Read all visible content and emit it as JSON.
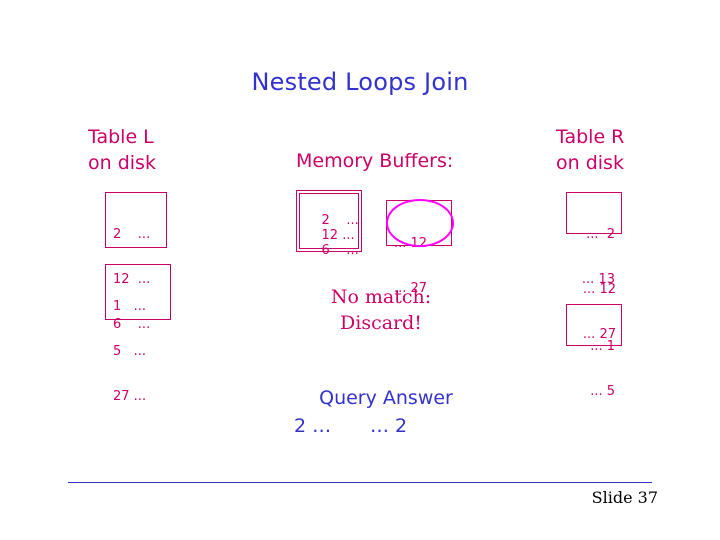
{
  "slide": {
    "title": "Nested Loops Join",
    "slide_number": "Slide 37",
    "accent_color": "#cc0066",
    "title_color": "#3333cc",
    "highlight_color": "#ff00ff"
  },
  "table_l": {
    "heading_line1": "Table L",
    "heading_line2": "on disk",
    "block1": [
      "2    ...",
      "12  ...",
      "6    ..."
    ],
    "block2": [
      "1   ...",
      "5   ...",
      "27 ..."
    ]
  },
  "memory": {
    "heading": "Memory Buffers:",
    "buffer_left": [
      "2    ...",
      "12 ...",
      "6    ..."
    ],
    "buffer_right": [
      "... 12",
      "... 27"
    ],
    "status_line1": "No match:",
    "status_line2": "Discard!"
  },
  "table_r": {
    "heading_line1": "Table R",
    "heading_line2": "on disk",
    "block1": [
      "...  2",
      "... 13"
    ],
    "block2": [
      "... 12",
      "... 27"
    ],
    "block3": [
      "... 1",
      "... 5"
    ]
  },
  "query_answer": {
    "title": "Query Answer",
    "left_value": "2 …",
    "right_value": "… 2"
  }
}
